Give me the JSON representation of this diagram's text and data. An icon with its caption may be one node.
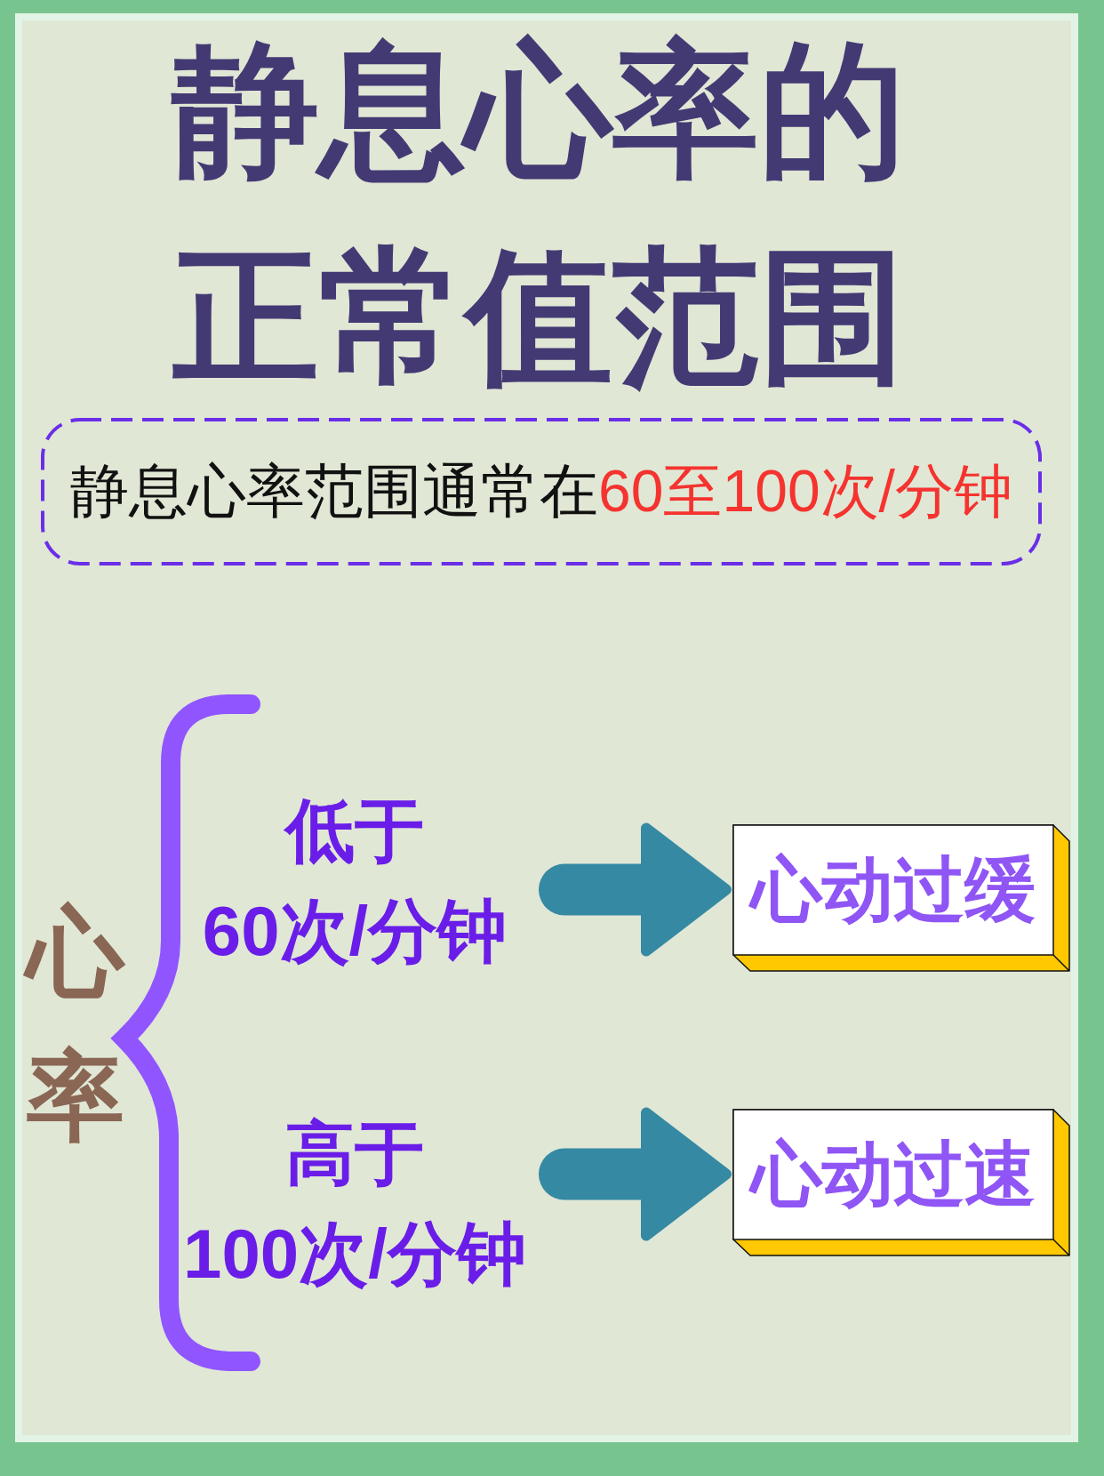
{
  "diagram": {
    "title": "静息心率的正常值范围",
    "nodes": [
      {
        "text": [
          "静息心率范围通常在60至100次/分钟"
        ]
      },
      {
        "text": [
          "低于60次/分钟"
        ]
      },
      {
        "text": [
          "心动过缓"
        ]
      },
      {
        "text": [
          "高于100次/分钟"
        ]
      },
      {
        "text": [
          "心动过速"
        ]
      }
    ],
    "edges": [
      {
        "from": 1,
        "to": 2,
        "arrow": "to"
      },
      {
        "from": 3,
        "to": 4,
        "arrow": "to"
      }
    ],
    "labels": [
      "心率"
    ]
  }
}
